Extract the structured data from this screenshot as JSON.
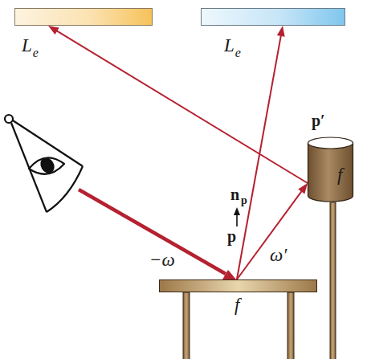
{
  "diagram": {
    "nodes": [
      {
        "text": [
          "L",
          "e"
        ]
      },
      {
        "text": [
          "L",
          "e"
        ]
      },
      {
        "text": [
          "f"
        ]
      },
      {
        "text": [
          "f"
        ]
      }
    ],
    "edges": [
      {
        "from": 3,
        "to": 1,
        "arrow": "to"
      },
      {
        "from": 3,
        "to": 2,
        "arrow": "to"
      },
      {
        "from": 2,
        "to": 0,
        "arrow": "to"
      }
    ],
    "labels": [
      "n",
      "p",
      "p",
      "−ω",
      "ω′",
      "p′"
    ]
  }
}
